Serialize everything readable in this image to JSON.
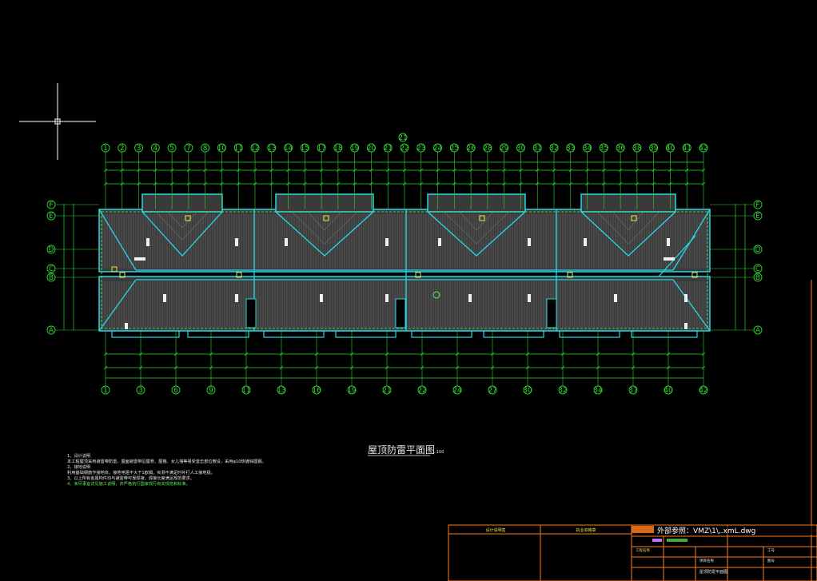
{
  "drawing": {
    "title": "屋顶防雷平面图",
    "scale": "1:100",
    "axis_top_numbers": [
      "1",
      "2",
      "3",
      "4",
      "5",
      "7",
      "8",
      "10",
      "11",
      "12",
      "13",
      "14",
      "15",
      "17",
      "18",
      "19",
      "20",
      "21",
      "22",
      "23",
      "24",
      "25",
      "26",
      "28",
      "29",
      "30",
      "31",
      "32",
      "33",
      "34",
      "35",
      "36",
      "38",
      "39",
      "40",
      "41",
      "42"
    ],
    "axis_bottom_numbers": [
      "1",
      "3",
      "6",
      "9",
      "11",
      "13",
      "16",
      "19",
      "21",
      "22",
      "24",
      "27",
      "30",
      "32",
      "34",
      "37",
      "40",
      "42"
    ],
    "axis_letters_left": [
      "F",
      "E",
      "D",
      "C",
      "B",
      "A"
    ],
    "axis_letters_right": [
      "F",
      "E",
      "D",
      "C",
      "B",
      "A"
    ],
    "axis_mid_top": "21"
  },
  "notes": {
    "items": [
      "1、设计说明",
      "本工程屋顶采用避雷带防雷，屋面避雷带沿屋脊、屋檐、女儿墙等易受雷击部位敷设，采用φ10热镀锌圆钢。",
      "2、接地说明",
      "利用基础钢筋作接地体，接地电阻不大于1欧姆，实测不满足时补打人工接地极。",
      "3、以上所有金属构件均与避雷带可靠焊接，焊接长度满足规范要求。",
      "4、未尽事宜详见施工说明，并严格执行国家现行有关规范和标准。"
    ]
  },
  "title_block": {
    "cells": [
      "设计说明签",
      "执业资格章",
      "工程名称",
      "项目名称",
      "工号",
      "图号",
      "屋顶防雷平面图"
    ]
  },
  "command_line": {
    "text": "外部参照：VMZ\\1\\,.xmL.dwg"
  },
  "colors": {
    "background": "#000000",
    "building_outline": "#27d8e6",
    "roof_hatch": "#5c5c5c",
    "axis": "#35d635",
    "white_line": "#e0e0e0",
    "title_border": "#ff7a1a",
    "cursor": "#ffffff"
  }
}
